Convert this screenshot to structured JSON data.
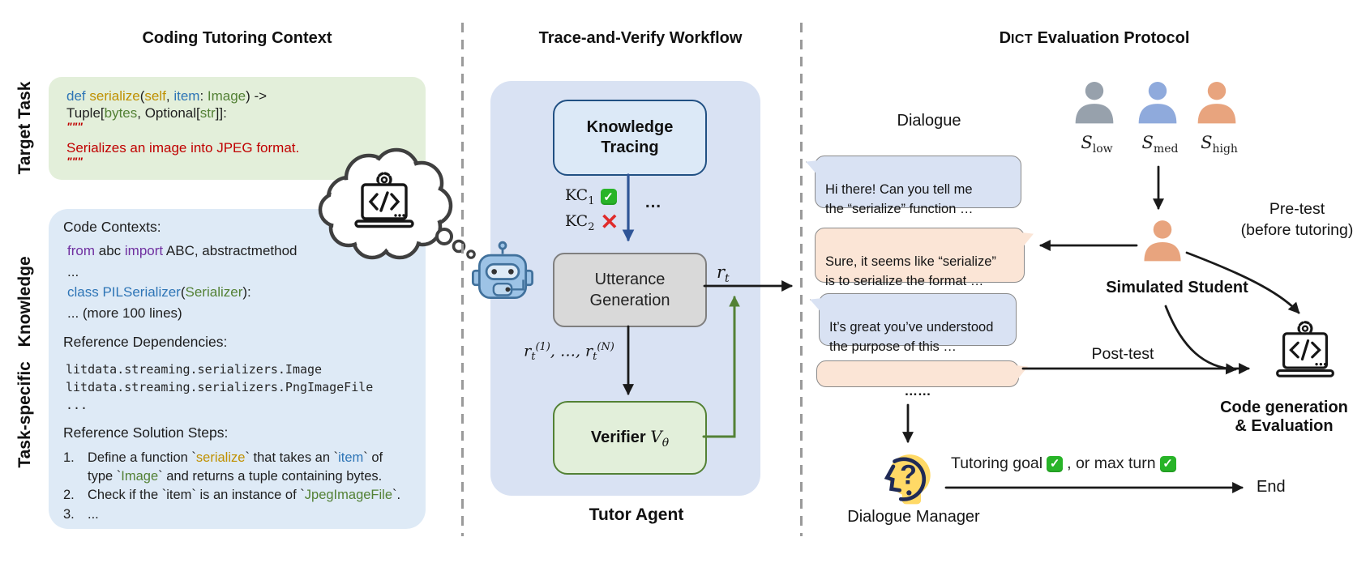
{
  "left": {
    "title": "Coding Tutoring Context",
    "target_task_label": "Target Task",
    "knowledge_label": "Task-specific Knowledge",
    "code_box": {
      "l1": [
        {
          "t": "def ",
          "c": "blue"
        },
        {
          "t": "serialize",
          "c": "gold"
        },
        {
          "t": "(",
          "c": "ink"
        },
        {
          "t": "self",
          "c": "gold"
        },
        {
          "t": ",  ",
          "c": "ink"
        },
        {
          "t": "item",
          "c": "blue"
        },
        {
          "t": ": ",
          "c": "ink"
        },
        {
          "t": "Image",
          "c": "green"
        },
        {
          "t": ")  ->",
          "c": "ink"
        }
      ],
      "l2": [
        {
          "t": "Tuple[",
          "c": "ink"
        },
        {
          "t": "bytes",
          "c": "green"
        },
        {
          "t": ", Optional[",
          "c": "ink"
        },
        {
          "t": "str",
          "c": "green"
        },
        {
          "t": "]]:",
          "c": "ink"
        }
      ],
      "quote_open": "\"\"\"",
      "docstring": "Serializes an image into JPEG format.",
      "quote_close": "\"\"\""
    },
    "knowledge_box": {
      "h_code": "Code Contexts:",
      "code_l1": [
        {
          "t": "from ",
          "c": "purple"
        },
        {
          "t": "abc ",
          "c": "ink"
        },
        {
          "t": "import ",
          "c": "purple"
        },
        {
          "t": "ABC, abstractmethod",
          "c": "ink"
        }
      ],
      "code_l2": [
        {
          "t": "...",
          "c": "ink"
        }
      ],
      "code_l3": [
        {
          "t": "class ",
          "c": "blue"
        },
        {
          "t": "PILSerializer",
          "c": "blue"
        },
        {
          "t": "(",
          "c": "ink"
        },
        {
          "t": "Serializer",
          "c": "green"
        },
        {
          "t": "):",
          "c": "ink"
        }
      ],
      "code_l4": [
        {
          "t": "... (more 100 lines)",
          "c": "ink"
        }
      ],
      "h_deps": "Reference Dependencies:",
      "deps": [
        "litdata.streaming.serializers.Image",
        "litdata.streaming.serializers.PngImageFile",
        "..."
      ],
      "h_steps": "Reference Solution Steps:",
      "steps": [
        {
          "num": "1.",
          "tokens": [
            {
              "t": "Define a function `",
              "c": "ink"
            },
            {
              "t": "serialize",
              "c": "gold"
            },
            {
              "t": "` that takes an `",
              "c": "ink"
            },
            {
              "t": "item",
              "c": "blue"
            },
            {
              "t": "` of\ntype `",
              "c": "ink"
            },
            {
              "t": "Image",
              "c": "green"
            },
            {
              "t": "` and returns a tuple containing bytes.",
              "c": "ink"
            }
          ]
        },
        {
          "num": "2.",
          "tokens": [
            {
              "t": "Check if the `item` is an instance of `",
              "c": "ink"
            },
            {
              "t": "JpegImageFile",
              "c": "green"
            },
            {
              "t": "`.",
              "c": "ink"
            }
          ]
        },
        {
          "num": "3.",
          "tokens": [
            {
              "t": "...",
              "c": "ink"
            }
          ]
        }
      ]
    }
  },
  "middle": {
    "title": "Trace-and-Verify Workflow",
    "kt_line1": "Knowledge",
    "kt_line2": "Tracing",
    "ug_line1": "Utterance",
    "ug_line2": "Generation",
    "verifier_label": "Verifier ",
    "tutor_label": "Tutor Agent"
  },
  "right": {
    "title_d": "D",
    "title_ict": "ICT",
    "title_rest": " Evaluation Protocol",
    "dialogue_label": "Dialogue",
    "bubbles": [
      {
        "text": "Hi there! Can you tell me\nthe “serialize” function …"
      },
      {
        "text": "Sure, it seems like “serialize”\nis to serialize the format …"
      },
      {
        "text": "It’s great you’ve understood\nthe purpose of this …"
      },
      {
        "text": "……"
      }
    ],
    "dm_label": "Dialogue Manager",
    "goal_text1": "Tutoring goal",
    "goal_text2": ", or max turn",
    "end_label": "End",
    "pretest_line1": "Pre-test",
    "pretest_line2": "(before tutoring)",
    "posttest_label": "Post-test",
    "sim_label": "Simulated Student",
    "codegen_line1": "Code generation",
    "codegen_line2": "& Evaluation"
  },
  "math": {
    "r": "r",
    "t": "t",
    "sup1": "(1)",
    "mid": ", …, ",
    "supN": "(N)",
    "V": "V",
    "theta": "θ",
    "KC": "KC",
    "kc1_idx": "1",
    "kc2_idx": "2",
    "dots": "…",
    "S": "S",
    "low": "low",
    "med": "med",
    "high": "high",
    "check": "✓",
    "cross": "✕"
  },
  "colors": {
    "accent_blue": "#2E75B6",
    "accent_green": "#538135",
    "accent_red": "#C00000",
    "panel_blue": "#D9E2F3",
    "box_green": "#E3EFDA",
    "box_blue": "#DEEAF6",
    "bubble_peach": "#FBE5D6",
    "check_green": "#28B428"
  }
}
